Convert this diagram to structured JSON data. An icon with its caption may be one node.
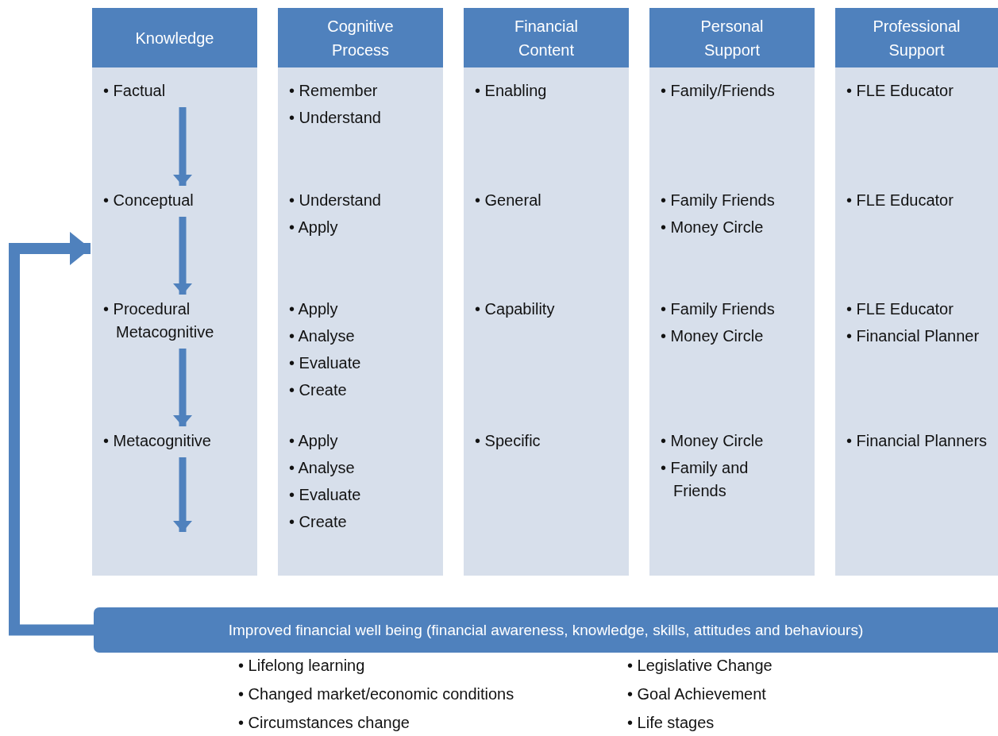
{
  "diagram": {
    "nodes": [
      {
        "text": [
          "Knowledge"
        ]
      },
      {
        "text": [
          "• Factual"
        ],
        "in": 0
      },
      {
        "text": [
          "• Conceptual"
        ],
        "in": 0
      },
      {
        "text": [
          "• Procedural Metacognitive"
        ],
        "in": 0
      },
      {
        "text": [
          "• Metacognitive"
        ],
        "in": 0
      },
      {
        "text": [
          "Cognitive Process"
        ]
      },
      {
        "text": [
          "• Remember",
          "• Understand"
        ],
        "in": 5
      },
      {
        "text": [
          "• Understand",
          "• Apply"
        ],
        "in": 5
      },
      {
        "text": [
          "• Apply",
          "• Analyse",
          "• Evaluate",
          "• Create"
        ],
        "in": 5
      },
      {
        "text": [
          "• Apply",
          "• Analyse",
          "• Evaluate",
          "• Create"
        ],
        "in": 5
      },
      {
        "text": [
          "Financial Content"
        ]
      },
      {
        "text": [
          "• Enabling"
        ],
        "in": 10
      },
      {
        "text": [
          "• General"
        ],
        "in": 10
      },
      {
        "text": [
          "• Capability"
        ],
        "in": 10
      },
      {
        "text": [
          "• Specific"
        ],
        "in": 10
      },
      {
        "text": [
          "Personal Support"
        ]
      },
      {
        "text": [
          "• Family/Friends"
        ],
        "in": 15
      },
      {
        "text": [
          "• Family Friends",
          "• Money Circle"
        ],
        "in": 15
      },
      {
        "text": [
          "• Family Friends",
          "• Money Circle"
        ],
        "in": 15
      },
      {
        "text": [
          "• Money Circle",
          "• Family and Friends"
        ],
        "in": 15
      },
      {
        "text": [
          "Professional Support"
        ]
      },
      {
        "text": [
          "• FLE Educator"
        ],
        "in": 20
      },
      {
        "text": [
          "• FLE Educator"
        ],
        "in": 20
      },
      {
        "text": [
          "• FLE Educator",
          "• Financial Planner"
        ],
        "in": 20
      },
      {
        "text": [
          "• Financial Planners"
        ],
        "in": 20
      },
      {
        "text": [
          "Improved financial well being (financial awareness, knowledge, skills, attitudes and behaviours)"
        ]
      }
    ],
    "edges": [
      {
        "from": 1,
        "to": 2,
        "arrow": "to"
      },
      {
        "from": 2,
        "to": 3,
        "arrow": "to"
      },
      {
        "from": 3,
        "to": 4,
        "arrow": "to"
      },
      {
        "from": 4,
        "to": null,
        "arrow": "to"
      },
      {
        "from": 25,
        "to": 0,
        "arrow": "to"
      }
    ],
    "labels": [
      "• Lifelong learning",
      "• Legislative Change",
      "• Changed market/economic conditions",
      "• Goal Achievement",
      "• Circumstances change",
      "• Life stages"
    ]
  }
}
